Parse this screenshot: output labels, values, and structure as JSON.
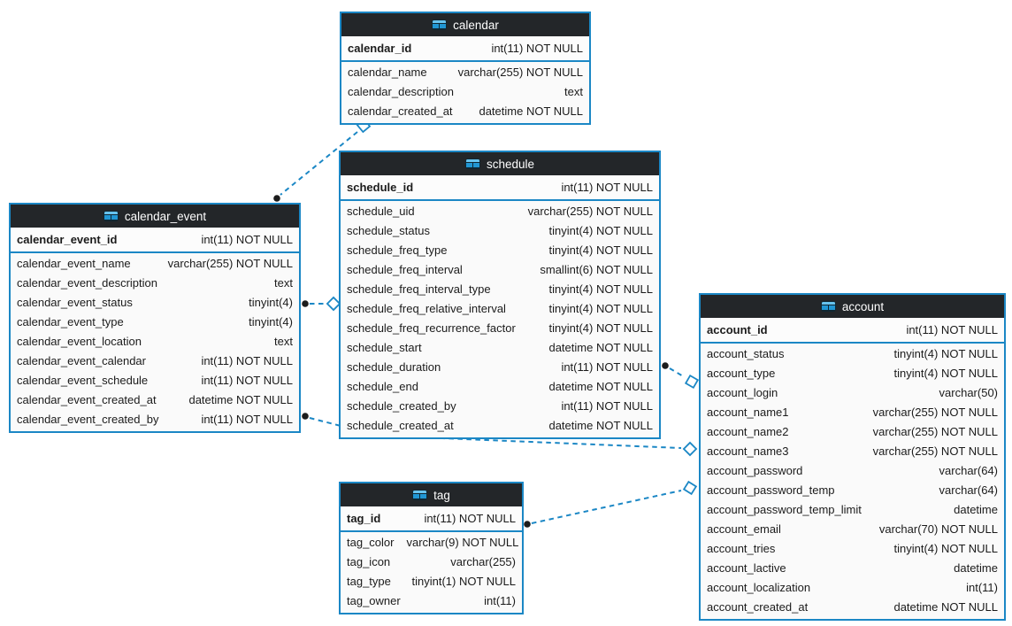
{
  "diagram": {
    "accent_color": "#1b87c5",
    "header_bg": "#232629",
    "header_text_color": "#ffffff",
    "row_bg": "#fafafa",
    "connector_color": "#1b87c5",
    "tables": [
      {
        "name": "calendar",
        "icon": "table-icon",
        "primary_key": {
          "field": "calendar_id",
          "type": "int(11) NOT NULL"
        },
        "columns": [
          {
            "field": "calendar_name",
            "type": "varchar(255) NOT NULL"
          },
          {
            "field": "calendar_description",
            "type": "text"
          },
          {
            "field": "calendar_created_at",
            "type": "datetime NOT NULL"
          }
        ]
      },
      {
        "name": "schedule",
        "icon": "table-icon",
        "primary_key": {
          "field": "schedule_id",
          "type": "int(11) NOT NULL"
        },
        "columns": [
          {
            "field": "schedule_uid",
            "type": "varchar(255) NOT NULL"
          },
          {
            "field": "schedule_status",
            "type": "tinyint(4) NOT NULL"
          },
          {
            "field": "schedule_freq_type",
            "type": "tinyint(4) NOT NULL"
          },
          {
            "field": "schedule_freq_interval",
            "type": "smallint(6) NOT NULL"
          },
          {
            "field": "schedule_freq_interval_type",
            "type": "tinyint(4) NOT NULL"
          },
          {
            "field": "schedule_freq_relative_interval",
            "type": "tinyint(4) NOT NULL"
          },
          {
            "field": "schedule_freq_recurrence_factor",
            "type": "tinyint(4) NOT NULL"
          },
          {
            "field": "schedule_start",
            "type": "datetime NOT NULL"
          },
          {
            "field": "schedule_duration",
            "type": "int(11) NOT NULL"
          },
          {
            "field": "schedule_end",
            "type": "datetime NOT NULL"
          },
          {
            "field": "schedule_created_by",
            "type": "int(11) NOT NULL"
          },
          {
            "field": "schedule_created_at",
            "type": "datetime NOT NULL"
          }
        ]
      },
      {
        "name": "calendar_event",
        "icon": "table-icon",
        "primary_key": {
          "field": "calendar_event_id",
          "type": "int(11) NOT NULL"
        },
        "columns": [
          {
            "field": "calendar_event_name",
            "type": "varchar(255) NOT NULL"
          },
          {
            "field": "calendar_event_description",
            "type": "text"
          },
          {
            "field": "calendar_event_status",
            "type": "tinyint(4)"
          },
          {
            "field": "calendar_event_type",
            "type": "tinyint(4)"
          },
          {
            "field": "calendar_event_location",
            "type": "text"
          },
          {
            "field": "calendar_event_calendar",
            "type": "int(11) NOT NULL"
          },
          {
            "field": "calendar_event_schedule",
            "type": "int(11) NOT NULL"
          },
          {
            "field": "calendar_event_created_at",
            "type": "datetime NOT NULL"
          },
          {
            "field": "calendar_event_created_by",
            "type": "int(11) NOT NULL"
          }
        ]
      },
      {
        "name": "account",
        "icon": "table-icon",
        "primary_key": {
          "field": "account_id",
          "type": "int(11) NOT NULL"
        },
        "columns": [
          {
            "field": "account_status",
            "type": "tinyint(4) NOT NULL"
          },
          {
            "field": "account_type",
            "type": "tinyint(4) NOT NULL"
          },
          {
            "field": "account_login",
            "type": "varchar(50)"
          },
          {
            "field": "account_name1",
            "type": "varchar(255) NOT NULL"
          },
          {
            "field": "account_name2",
            "type": "varchar(255) NOT NULL"
          },
          {
            "field": "account_name3",
            "type": "varchar(255) NOT NULL"
          },
          {
            "field": "account_password",
            "type": "varchar(64)"
          },
          {
            "field": "account_password_temp",
            "type": "varchar(64)"
          },
          {
            "field": "account_password_temp_limit",
            "type": "datetime"
          },
          {
            "field": "account_email",
            "type": "varchar(70) NOT NULL"
          },
          {
            "field": "account_tries",
            "type": "tinyint(4) NOT NULL"
          },
          {
            "field": "account_lactive",
            "type": "datetime"
          },
          {
            "field": "account_localization",
            "type": "int(11)"
          },
          {
            "field": "account_created_at",
            "type": "datetime NOT NULL"
          }
        ]
      },
      {
        "name": "tag",
        "icon": "table-icon",
        "primary_key": {
          "field": "tag_id",
          "type": "int(11) NOT NULL"
        },
        "columns": [
          {
            "field": "tag_color",
            "type": "varchar(9) NOT NULL"
          },
          {
            "field": "tag_icon",
            "type": "varchar(255)"
          },
          {
            "field": "tag_type",
            "type": "tinyint(1) NOT NULL"
          },
          {
            "field": "tag_owner",
            "type": "int(11)"
          }
        ]
      }
    ],
    "relationships": [
      {
        "from": "calendar_event",
        "to": "calendar",
        "style": "dashed"
      },
      {
        "from": "calendar_event",
        "to": "schedule",
        "style": "dashed"
      },
      {
        "from": "schedule",
        "to": "account",
        "style": "dashed"
      },
      {
        "from": "calendar_event",
        "to": "account",
        "style": "dashed"
      },
      {
        "from": "tag",
        "to": "account",
        "style": "dashed"
      }
    ]
  }
}
